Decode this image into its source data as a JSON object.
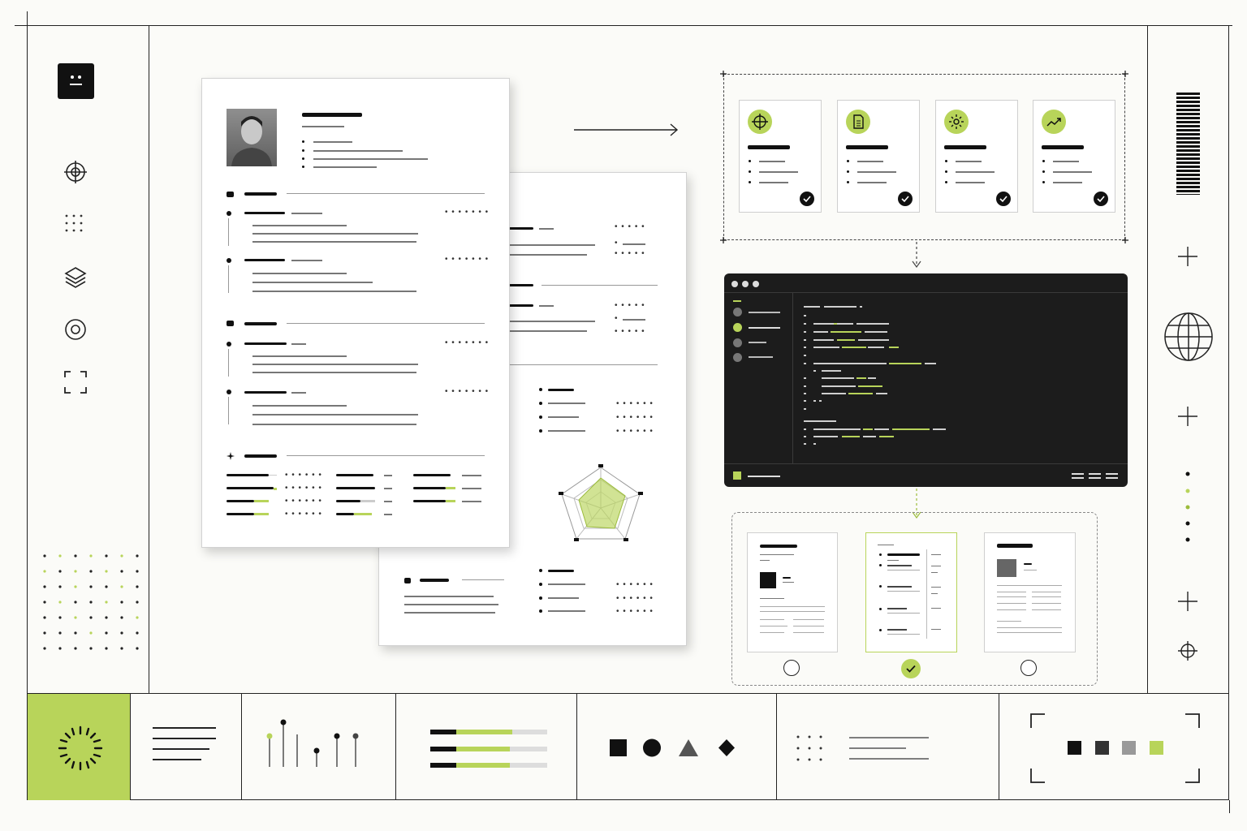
{
  "app": {
    "name": "resume-builder-ui"
  },
  "sidebar": {
    "items": [
      {
        "icon": "face-icon"
      },
      {
        "icon": "crosshair-icon"
      },
      {
        "icon": "dot-grid-icon"
      },
      {
        "icon": "layers-icon"
      },
      {
        "icon": "target-icon"
      },
      {
        "icon": "scan-frame-icon"
      }
    ]
  },
  "templates": {
    "options": [
      "template-1",
      "template-2",
      "template-3"
    ],
    "selected_index": 1
  },
  "colors": {
    "accent": "#b8d45a",
    "dark": "#1c1c1c",
    "frame": "#222222"
  },
  "bottom_tiles": [
    {
      "icon": "loading-spinner-icon",
      "active": true
    },
    {
      "icon": "text-lines-icon"
    },
    {
      "icon": "lollipop-chart-icon"
    },
    {
      "icon": "progress-bars-icon",
      "levels": [
        0.7,
        0.67,
        0.67
      ]
    },
    {
      "icon": "shapes-icon"
    },
    {
      "icon": "dot-text-icon"
    },
    {
      "icon": "color-swatches-icon",
      "swatches": [
        "#111111",
        "#333333",
        "#999999",
        "#b8d45a"
      ]
    }
  ]
}
